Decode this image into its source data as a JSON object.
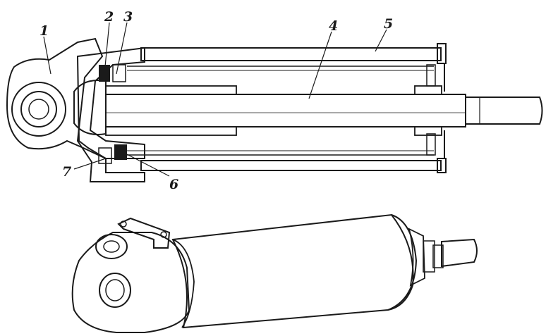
{
  "figure": {
    "callouts": [
      {
        "id": "1",
        "label": "1"
      },
      {
        "id": "2",
        "label": "2"
      },
      {
        "id": "3",
        "label": "3"
      },
      {
        "id": "4",
        "label": "4"
      },
      {
        "id": "5",
        "label": "5"
      },
      {
        "id": "6",
        "label": "6"
      },
      {
        "id": "7",
        "label": "7"
      }
    ],
    "colors": {
      "ink": "#1a1a1a",
      "paper": "#ffffff"
    }
  }
}
